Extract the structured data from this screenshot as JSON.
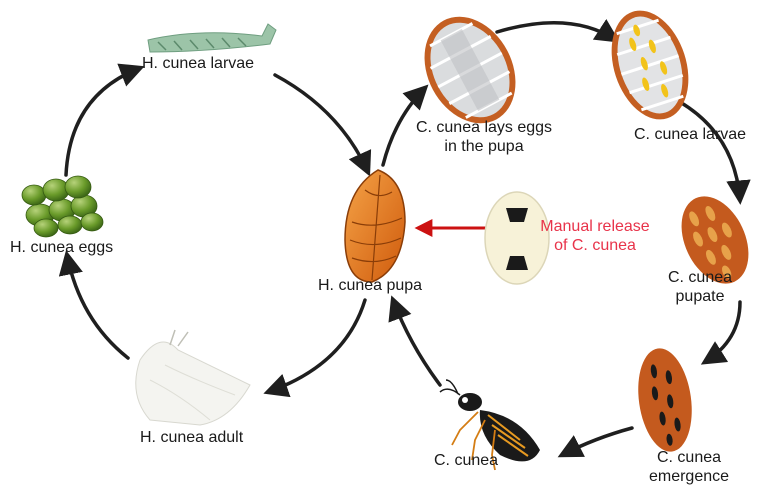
{
  "colors": {
    "arrow": "#1f1f1f",
    "release_arrow": "#cc1111",
    "release_text": "#e8334a",
    "pupa_orange": "#e8731c",
    "cocoon_brown": "#b85a1e",
    "egg_green": "#6a9b2a",
    "larva_green": "#9cc4a8"
  },
  "labels": {
    "h_larvae": "H. cunea larvae",
    "h_eggs": "H. cunea eggs",
    "h_pupa": "H. cunea pupa",
    "h_adult": "H. cunea adult",
    "c_lays_1": "C. cunea lays eggs",
    "c_lays_2": "in the pupa",
    "c_larvae": "C. cunea larvae",
    "c_pupate_1": "C. cunea",
    "c_pupate_2": "pupate",
    "c_emergence_1": "C. cunea",
    "c_emergence_2": "emergence",
    "c_cunea": "C. cunea",
    "release_1": "Manual release",
    "release_2": "of C. cunea"
  },
  "icons": [
    "larva-icon",
    "egg-cluster-icon",
    "pupa-icon",
    "moth-icon",
    "parasitized-pupa-icon",
    "larvae-in-pupa-icon",
    "cocoons-icon",
    "emergence-icon",
    "wasp-icon",
    "release-vial-icon"
  ]
}
